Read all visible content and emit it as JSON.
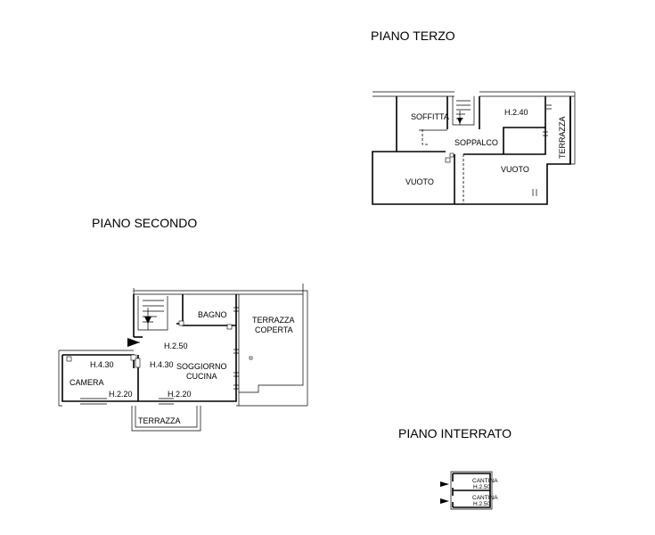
{
  "titles": {
    "piano_terzo": "PIANO TERZO",
    "piano_secondo": "PIANO SECONDO",
    "piano_interrato": "PIANO INTERRATO"
  },
  "rooms_terzo": {
    "soffitta": "SOFFITTA",
    "h240": "H.2.40",
    "terrazza": "TERRAZZA",
    "soppalco": "SOPPALCO",
    "vuoto_left": "VUOTO",
    "vuoto_right": "VUOTO"
  },
  "rooms_secondo": {
    "bagno": "BAGNO",
    "terrazza_coperta_1": "TERRAZZA",
    "terrazza_coperta_2": "COPERTA",
    "h250": "H.2.50",
    "h430_a": "H.4.30",
    "h430_b": "H.4.30",
    "soggiorno": "SOGGIORNO",
    "cucina": "CUCINA",
    "camera": "CAMERA",
    "h220_a": "H.2.20",
    "h220_b": "H.2.20",
    "terrazza": "TERRAZZA"
  },
  "rooms_interrato": {
    "cantina_1": "CANTINA",
    "h250_1": "H.2.50",
    "cantina_2": "CANTINA",
    "h250_2": "H.2.50"
  }
}
